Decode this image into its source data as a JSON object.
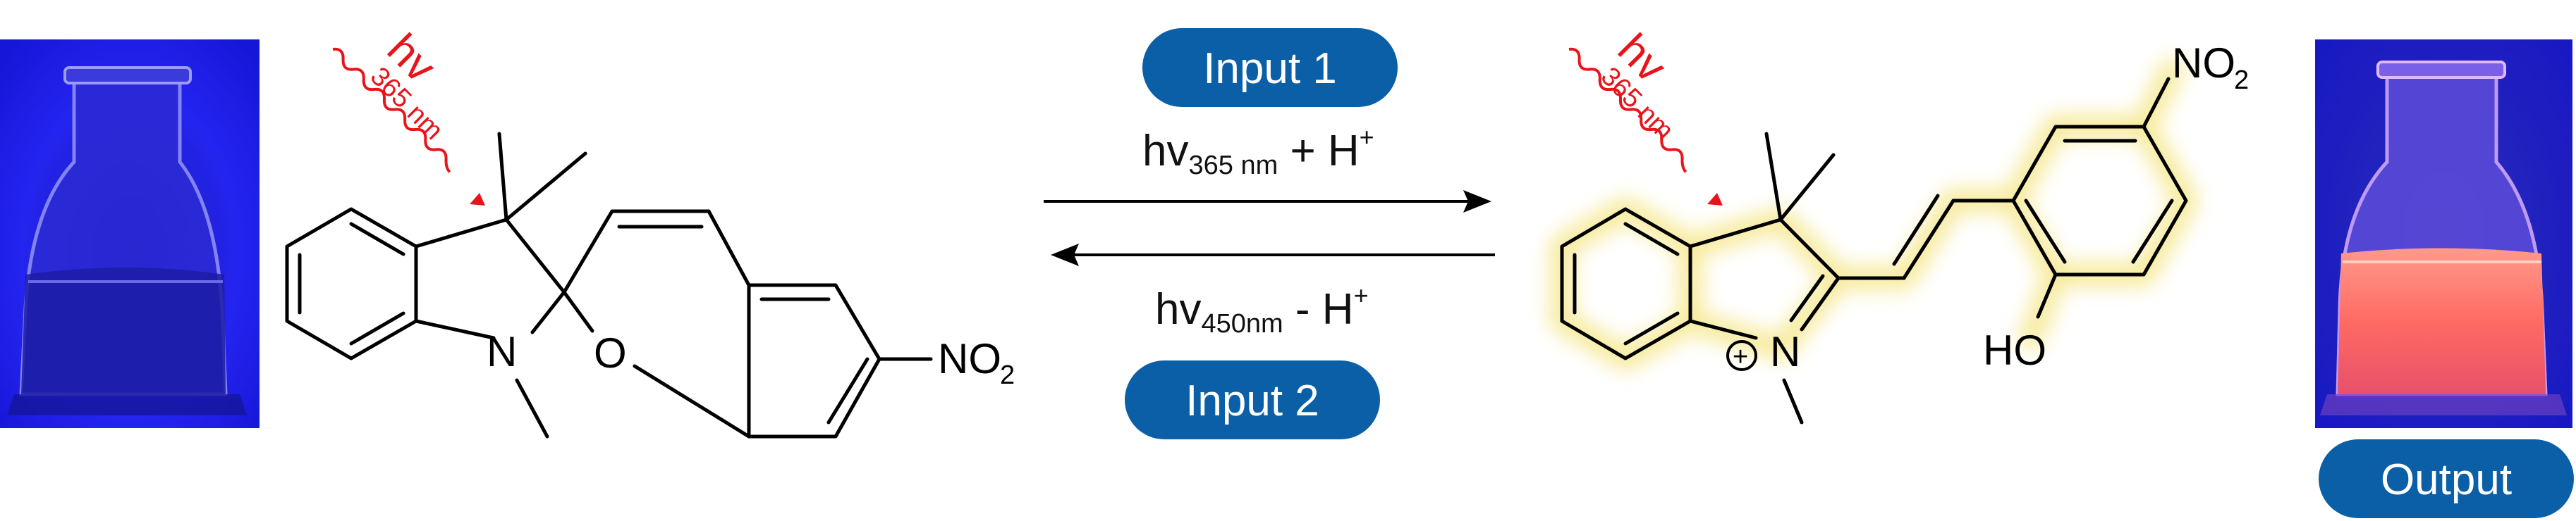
{
  "left_molecule": {
    "atoms": {
      "n": "N",
      "o": "O",
      "no2_main": "NO",
      "no2_sub": "2"
    },
    "light": {
      "hv": "hv",
      "sub": "365 nm"
    }
  },
  "right_molecule": {
    "atoms": {
      "n": "N",
      "charge": "+",
      "ho": "HO",
      "no2_main": "NO",
      "no2_sub": "2"
    },
    "light": {
      "hv": "hv",
      "sub": "365 nm"
    }
  },
  "forward": {
    "button": "Input 1",
    "hv": "hv",
    "sub": "365 nm",
    "rest": " + H",
    "sup": "+"
  },
  "reverse": {
    "button": "Input 2",
    "hv": "hv",
    "sub": "450nm",
    "rest": " - H",
    "sup": "+"
  },
  "output_button": "Output",
  "colors": {
    "pill": "#0a5fa6",
    "light_red": "#e8141b",
    "glow": "#f0e06a",
    "flask_blue": "#2020e8",
    "flask_pink": "#ff6a6a"
  }
}
